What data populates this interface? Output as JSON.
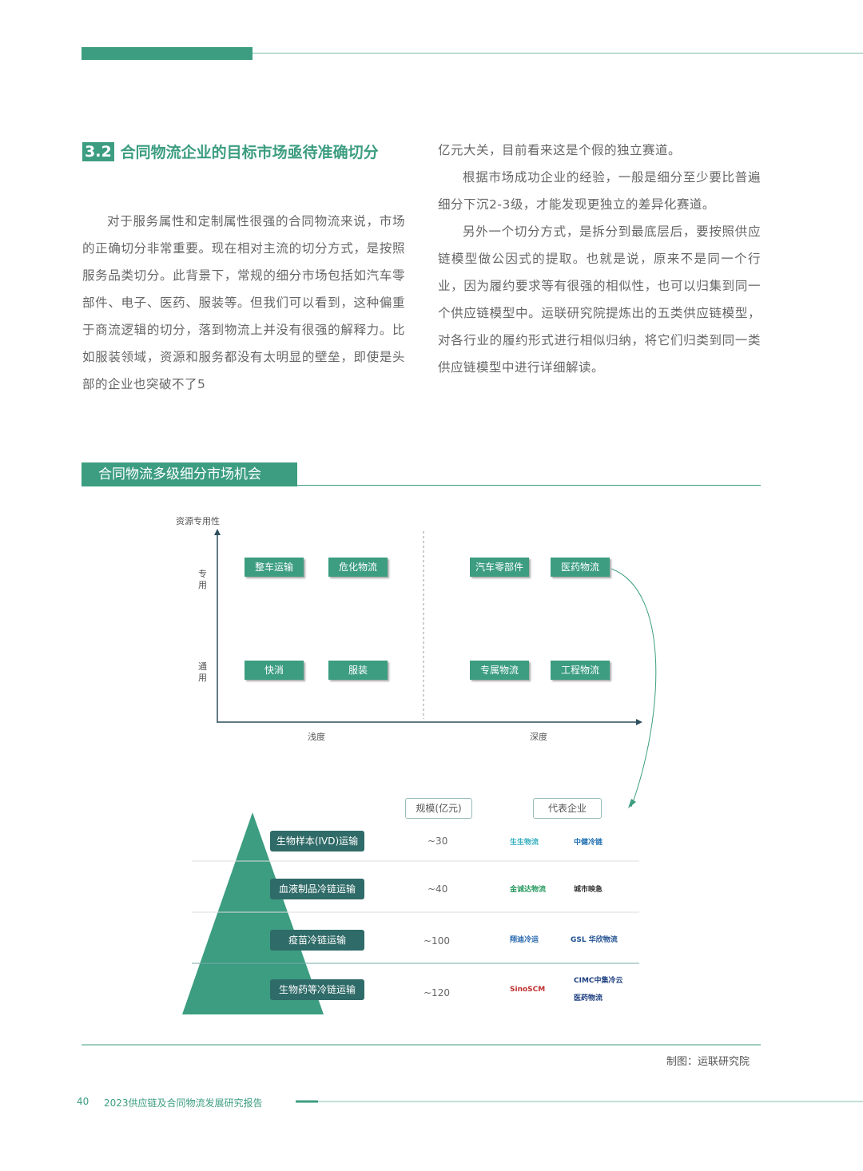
{
  "section": {
    "number": "3.2",
    "title": "合同物流企业的目标市场亟待准确切分"
  },
  "paragraphs": {
    "left": "对于服务属性和定制属性很强的合同物流来说，市场的正确切分非常重要。现在相对主流的切分方式，是按照服务品类切分。此背景下，常规的细分市场包括如汽车零部件、电子、医药、服装等。但我们可以看到，这种偏重于商流逻辑的切分，落到物流上并没有很强的解释力。比如服装领域，资源和服务都没有太明显的壁垒，即使是头部的企业也突破不了5",
    "right_cont": "亿元大关，目前看来这是个假的独立赛道。",
    "right_p2": "根据市场成功企业的经验，一般是细分至少要比普遍细分下沉2-3级，才能发现更独立的差异化赛道。",
    "right_p3": "另外一个切分方式，是拆分到最底层后，要按照供应链模型做公因式的提取。也就是说，原来不是同一个行业，因为履约要求等有很强的相似性，也可以归集到同一个供应链模型中。运联研究院提炼出的五类供应链模型，对各行业的履约形式进行相似归纳，将它们归类到同一类供应链模型中进行详细解读。"
  },
  "figure": {
    "title": "合同物流多级细分市场机会",
    "y_axis": "资源专用性",
    "y_high": "专用",
    "y_low": "通用",
    "x_left": "浅度",
    "x_right": "深度",
    "quadrants": {
      "shallow_special": [
        "整车运输",
        "危化物流"
      ],
      "shallow_general": [
        "快消",
        "服装"
      ],
      "deep_special": [
        "汽车零部件",
        "医药物流"
      ],
      "deep_general": [
        "专属物流",
        "工程物流"
      ]
    },
    "table_headers": {
      "scale": "规模(亿元)",
      "companies": "代表企业"
    },
    "rows": [
      {
        "segment": "生物样本(IVD)运输",
        "scale": "~30",
        "companies": [
          "生生物流",
          "中健冷链"
        ]
      },
      {
        "segment": "血液制品冷链运输",
        "scale": "~40",
        "companies": [
          "金诚达物流",
          "城市映急"
        ]
      },
      {
        "segment": "疫苗冷链运输",
        "scale": "~100",
        "companies": [
          "翔迪冷运",
          "GSL 华欣物流"
        ]
      },
      {
        "segment": "生物药等冷链运输",
        "scale": "~120",
        "companies": [
          "SinoSCM",
          "CIMC中集冷云",
          "医药物流"
        ]
      }
    ],
    "credit": "制图：运联研究院"
  },
  "footer": {
    "page": "40",
    "title": "2023供应链及合同物流发展研究报告"
  },
  "colors": {
    "accent": "#3c9d80",
    "dark_label": "#2f6b68"
  }
}
